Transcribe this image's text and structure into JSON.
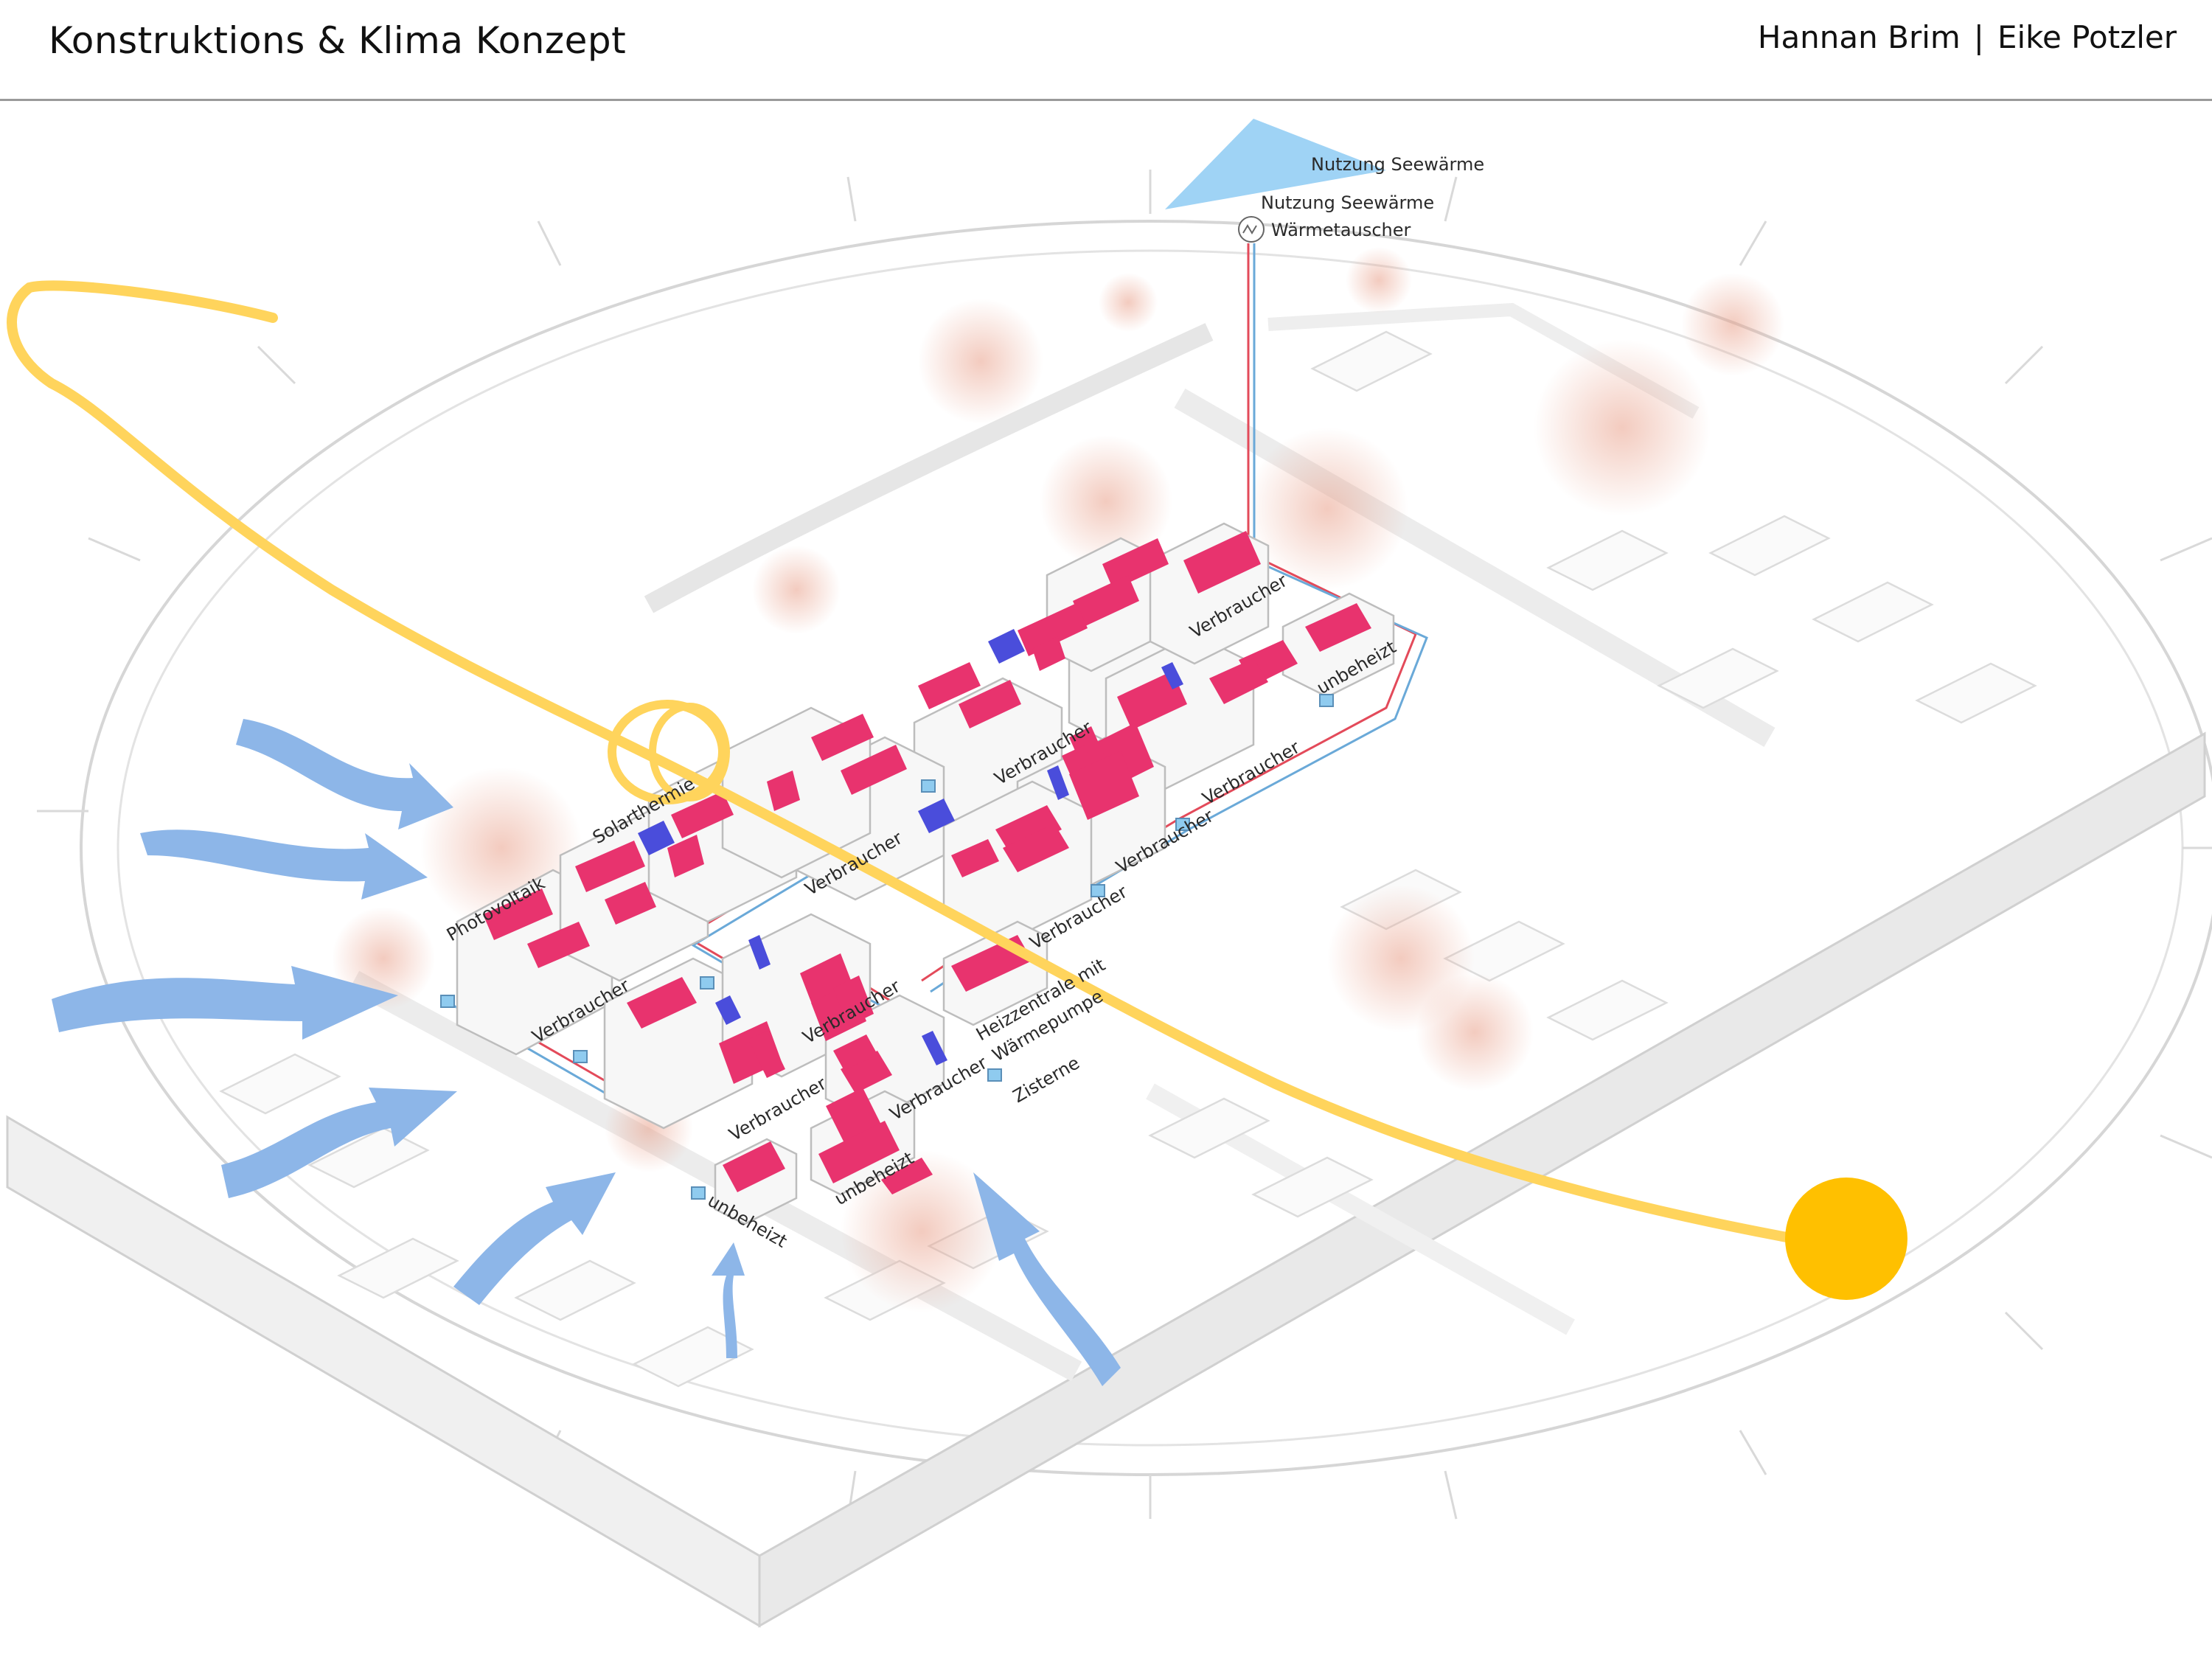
{
  "header": {
    "title": "Konstruktions & Klima Konzept",
    "author_1": "Hannan Brim",
    "separator": "|",
    "author_2": "Eike Potzler"
  },
  "labels": {
    "lake_heat_top": "Nutzung Seewärme",
    "lake_heat": "Nutzung Seewärme",
    "heat_exchanger": "Wärmetauscher",
    "solar_thermal": "Solarthermie",
    "photovoltaic": "Photovoltaik",
    "consumer": "Verbraucher",
    "unheated": "unbeheizt",
    "heating_center_line1": "Heizzentrale mit",
    "heating_center_line2": "Wärmepumpe",
    "cistern": "Zisterne"
  },
  "colors": {
    "sun": "#FFC000",
    "sun_path": "#FFD45C",
    "wind": "#8DB6E8",
    "lake": "#9FD3F5",
    "roof": "#E8336E",
    "solar_panel": "#4A4DDB",
    "heat_line_red": "#E34A5A",
    "heat_line_blue": "#6AA9D8",
    "tree": "#E9A08A"
  }
}
